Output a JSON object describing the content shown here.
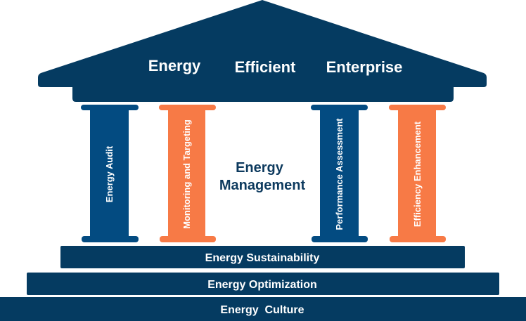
{
  "roof": {
    "words": [
      "Energy",
      "Efficient",
      "Enterprise"
    ]
  },
  "center": {
    "line1": "Energy",
    "line2": "Management"
  },
  "pillars": [
    {
      "label": "Energy Audit",
      "color": "#034b81"
    },
    {
      "label": "Monitoring and Targeting",
      "color": "#f77a46"
    },
    {
      "label": "Performance Assessment",
      "color": "#034b81"
    },
    {
      "label": "Efficiency Enhancement",
      "color": "#f77a46"
    }
  ],
  "steps": [
    {
      "label": "Energy Sustainability"
    },
    {
      "label": "Energy Optimization"
    },
    {
      "label": "Energy  Culture"
    }
  ],
  "colors": {
    "navy": "#053b61",
    "text_dark": "#0d3a5e"
  }
}
